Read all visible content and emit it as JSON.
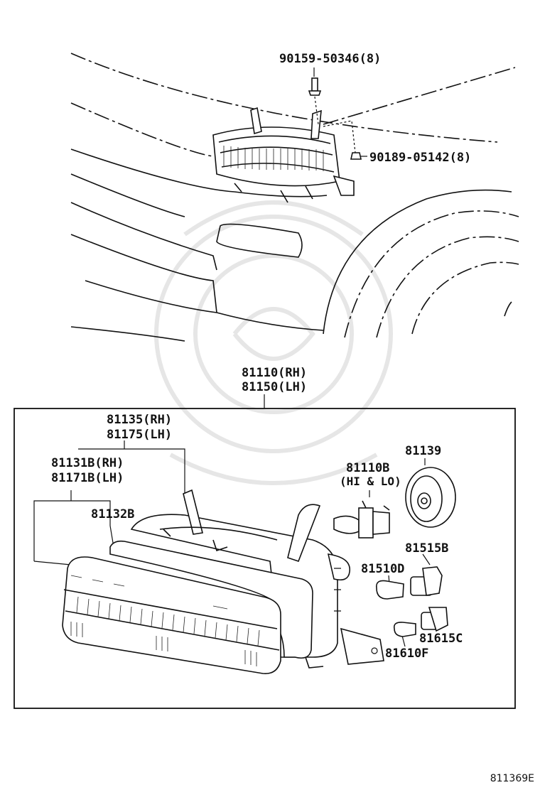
{
  "figure_id": "811369E",
  "top_callouts": {
    "bolt": "90159-50346(8)",
    "clip": "90189-05142(8)"
  },
  "assembly": {
    "line1": "81110(RH)",
    "line2": "81150(LH)"
  },
  "parts": {
    "housing_rh": "81135(RH)",
    "housing_lh": "81175(LH)",
    "lens_rh": "81131B(RH)",
    "lens_lh": "81171B(LH)",
    "gasket": "81132B",
    "bulb_main": "81110B",
    "bulb_main_note": "(HI & LO)",
    "cover": "81139",
    "socket_1": "81515B",
    "bulb_1": "81510D",
    "socket_2": "81615C",
    "bulb_2": "81610F"
  }
}
